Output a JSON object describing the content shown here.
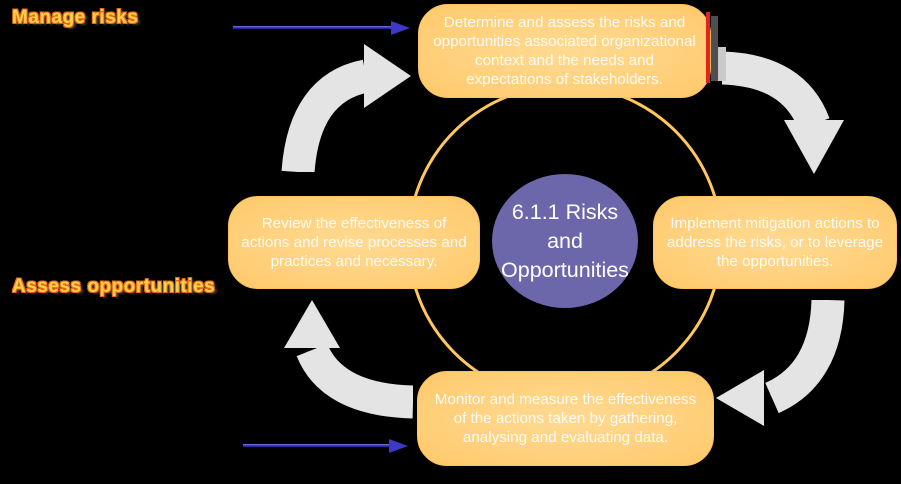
{
  "diagram": {
    "center_circle": {
      "line1": "6.1.1 Risks",
      "line2": "and",
      "line3": "Opportunities"
    },
    "boxes": {
      "top": "Determine and assess the risks and opportunities associated organizational context and the needs and expectations of stakeholders.",
      "right": "Implement mitigation actions to address the risks, or to leverage the opportunities.",
      "bottom": "Monitor and measure the effectiveness of the actions taken by gathering, analysing and evaluating data.",
      "left": "Review the effectiveness of actions and revise processes and practices and necessary."
    },
    "annotations": {
      "manage_risks": "Manage risks",
      "assess_opportunities": "Assess opportunities"
    },
    "colors": {
      "background": "#000000",
      "box_fill": "#FFD17E",
      "ring_stroke": "#FFC75D",
      "center_fill": "#6C66AA",
      "curved_arrow_gray": "#E4E4E4",
      "pointer_arrow_blue": "#3D38C5",
      "label_orange": "#FFD04A",
      "label_outline": "#E8671B",
      "marker_red": "#E0251B",
      "marker_dark_gray": "#4E4E50",
      "marker_light_gray": "#C9C9C9"
    }
  }
}
